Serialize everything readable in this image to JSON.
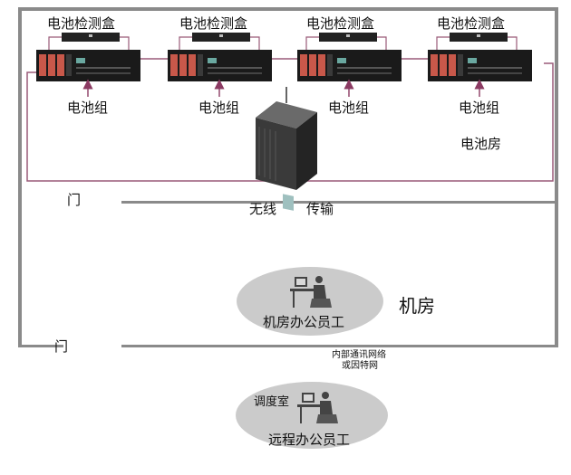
{
  "diagram": {
    "detector_boxes": [
      "电池检测盒",
      "电池检测盒",
      "电池检测盒",
      "电池检测盒"
    ],
    "battery_groups": [
      "电池组",
      "电池组",
      "电池组",
      "电池组"
    ],
    "battery_room": "电池房",
    "door_top": "门",
    "door_bottom": "门",
    "wireless": "无线",
    "transmission": "传输",
    "machine_room": "机房",
    "machine_staff": "机房办公员工",
    "network_line1": "内部通讯网络",
    "network_line2": "或因特网",
    "dispatch_room": "调度室",
    "remote_staff": "远程办公员工"
  }
}
